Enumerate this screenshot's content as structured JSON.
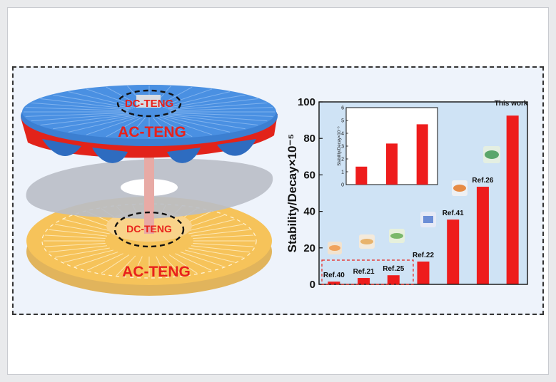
{
  "illustration": {
    "top_label_small": "DC-TENG",
    "top_label_large": "AC-TENG",
    "bottom_label_small": "DC-TENG",
    "bottom_label_large": "AC-TENG"
  },
  "chart_data": {
    "type": "bar",
    "ylabel": "Stability/Decay×10⁻⁵",
    "ylim": [
      0,
      100
    ],
    "yticks": [
      "0",
      "20",
      "40",
      "60",
      "80",
      "100"
    ],
    "categories": [
      "Ref.40",
      "Ref.21",
      "Ref.25",
      "Ref.22",
      "Ref.41",
      "Ref.26",
      "This work"
    ],
    "values": [
      1.5,
      3.5,
      5,
      12.5,
      35.5,
      53.5,
      92.5
    ],
    "bar_color": "#ee1c1c",
    "grid": false,
    "inset": {
      "type": "bar",
      "ylabel": "Stability/Decay×10⁻⁶",
      "ylim": [
        0,
        6
      ],
      "yticks": [
        "0",
        "1",
        "2",
        "3",
        "4",
        "5",
        "6"
      ],
      "values": [
        1.4,
        3.2,
        4.7
      ]
    }
  }
}
